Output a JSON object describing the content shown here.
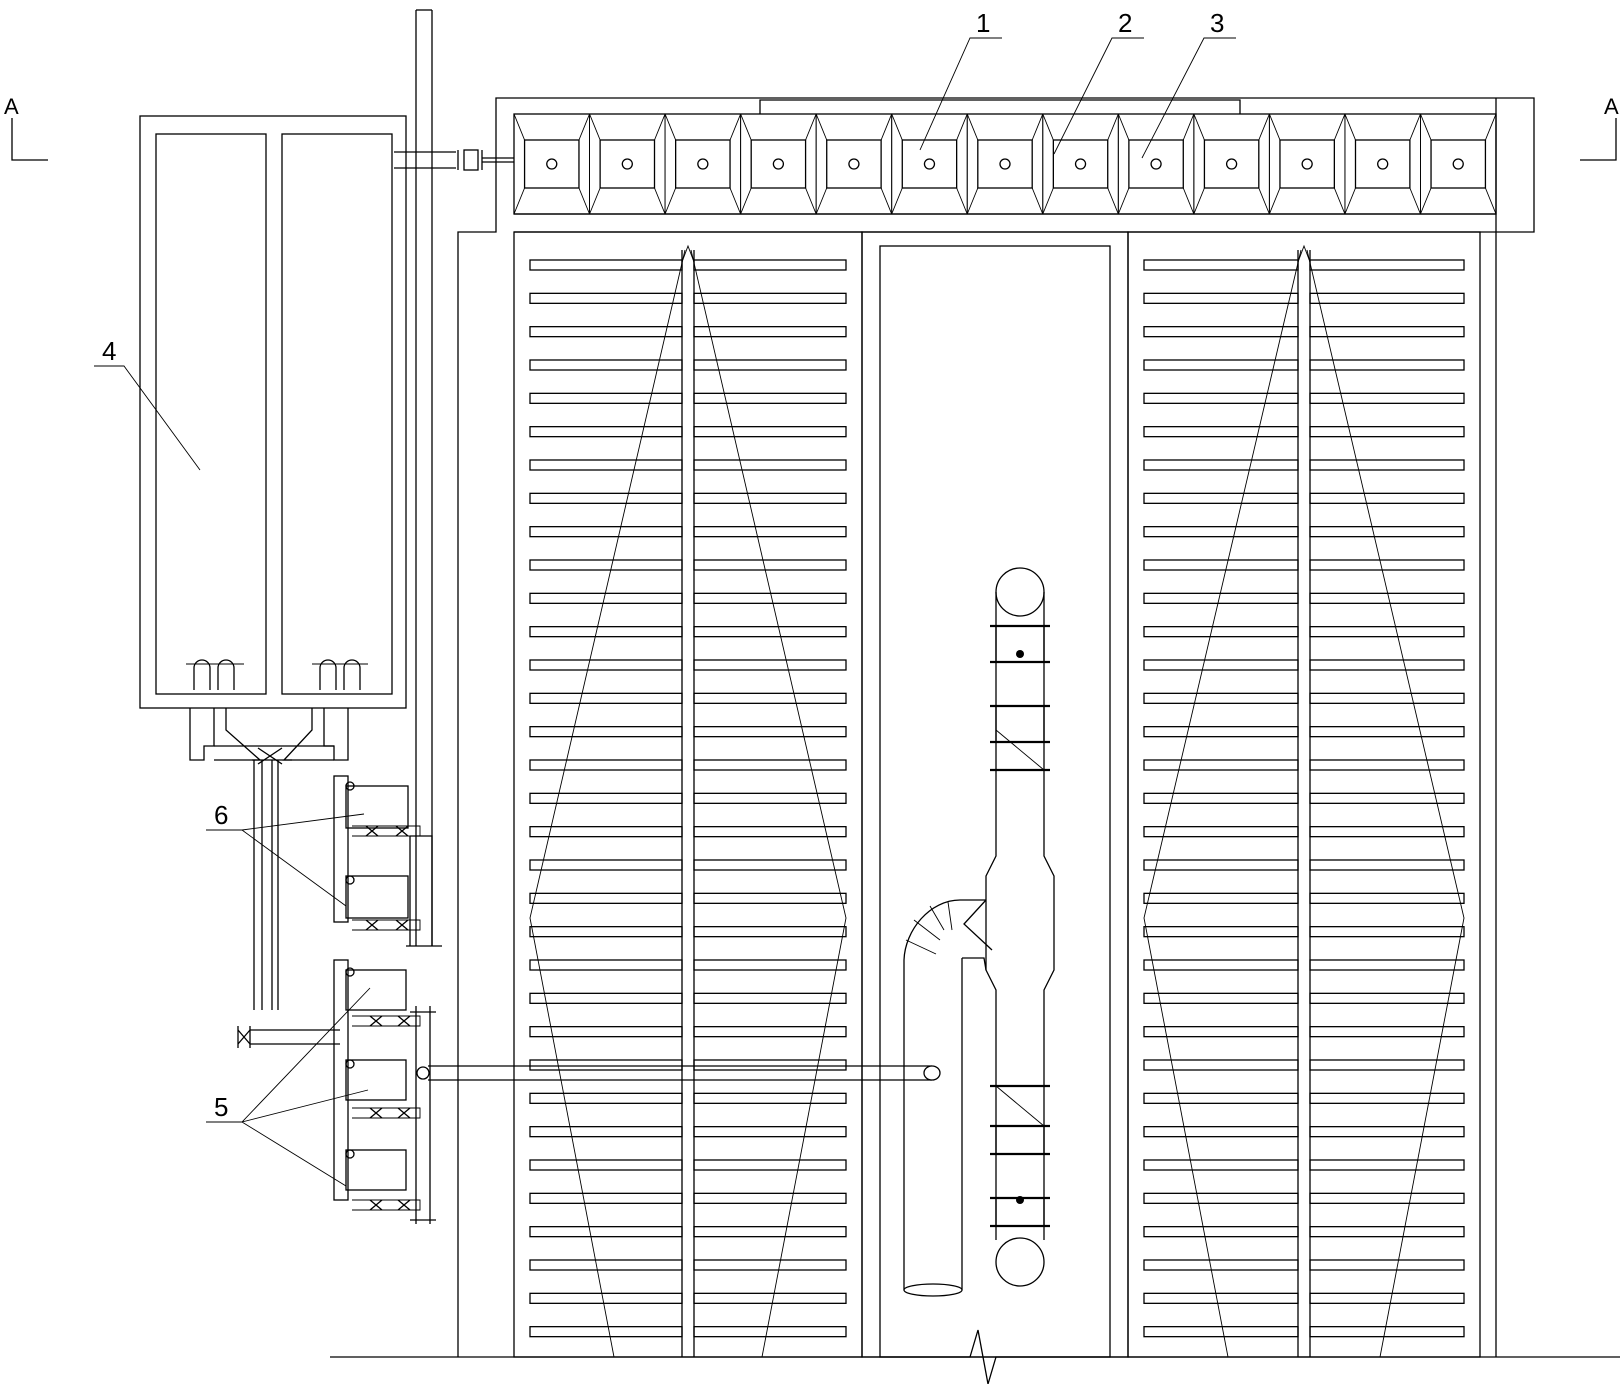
{
  "section_marks": {
    "left": "A",
    "right": "A"
  },
  "callouts": {
    "c1": "1",
    "c2": "2",
    "c3": "3",
    "c4": "4",
    "c5": "5",
    "c6": "6"
  },
  "louver_columns": 2,
  "header_modules": 13
}
